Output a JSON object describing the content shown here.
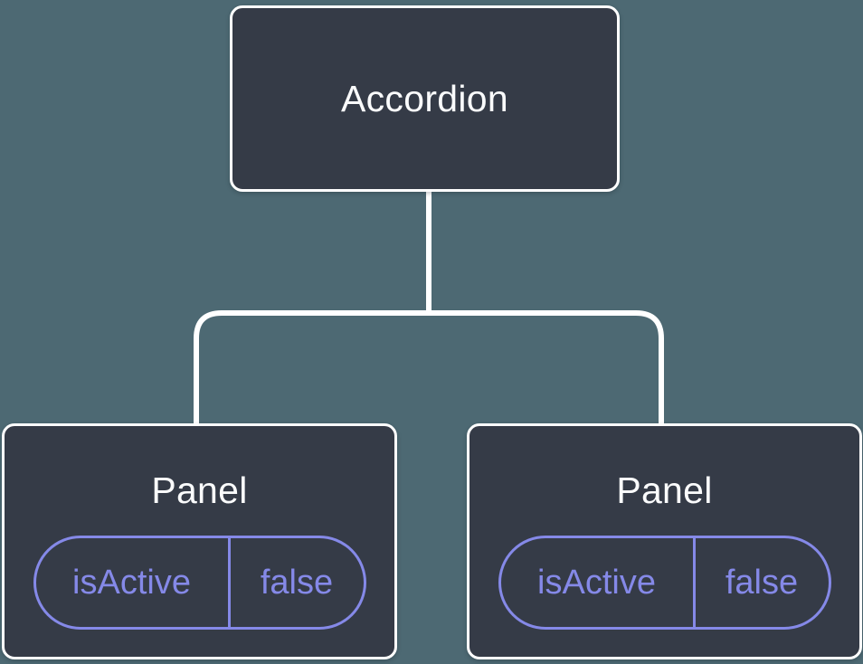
{
  "colors": {
    "background": "#4D6973",
    "node_fill": "#353B47",
    "node_border": "#FFFFFF",
    "node_text": "#FAFBFC",
    "state_accent": "#8589E8",
    "connector": "#FFFFFF"
  },
  "tree": {
    "root": {
      "label": "Accordion"
    },
    "children": [
      {
        "label": "Panel",
        "state_name": "isActive",
        "state_value": "false"
      },
      {
        "label": "Panel",
        "state_name": "isActive",
        "state_value": "false"
      }
    ]
  }
}
